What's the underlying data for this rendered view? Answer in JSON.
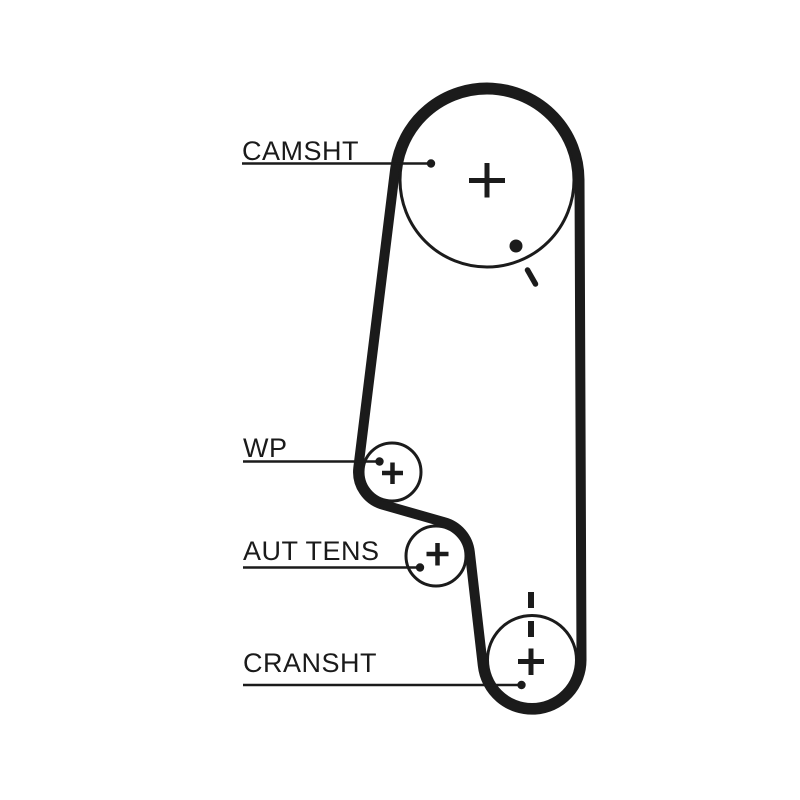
{
  "diagram": {
    "type": "timing-belt-routing-diagram",
    "background_color": "#ffffff",
    "line_color": "#1b1b1b"
  },
  "labels": {
    "camshaft": "CAMSHT",
    "water_pump": "WP",
    "tensioner": "AUT TENS",
    "crankshaft": "CRANSHT"
  },
  "pulleys": [
    {
      "id": "camshaft",
      "label": "CAMSHT",
      "marks": [
        "center-cross",
        "timing-dot",
        "timing-mark"
      ]
    },
    {
      "id": "water-pump",
      "label": "WP",
      "marks": [
        "center-cross"
      ]
    },
    {
      "id": "automatic-tensioner",
      "label": "AUT TENS",
      "marks": [
        "center-cross"
      ]
    },
    {
      "id": "crankshaft",
      "label": "CRANSHT",
      "marks": [
        "center-cross",
        "timing-dash-line"
      ]
    }
  ]
}
